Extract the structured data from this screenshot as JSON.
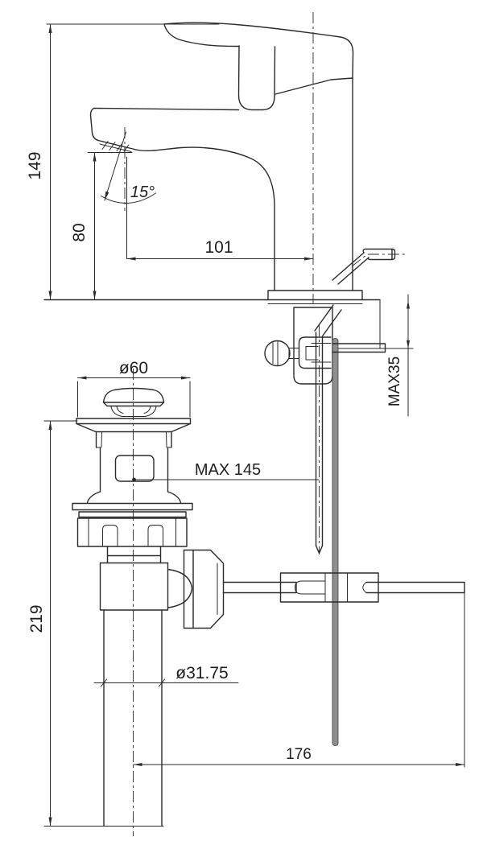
{
  "meta": {
    "type": "technical-drawing",
    "subject": "single-lever basin faucet with pop-up drain assembly, side elevation",
    "background_color": "#ffffff",
    "line_color": "#2a2a2a",
    "rod_fill_color": "#8f8f8f"
  },
  "dimensions": {
    "overall_height": "149",
    "spout_outlet_height": "80",
    "spout_reach": "101",
    "stream_angle": "15°",
    "max_deck_thickness": "MAX35",
    "popup_plug_diameter": "ø60",
    "lift_rod_max": "MAX 145",
    "tailpipe_diameter": "ø31.75",
    "rod_horizontal_span": "176",
    "drain_below_deck_height": "219"
  }
}
